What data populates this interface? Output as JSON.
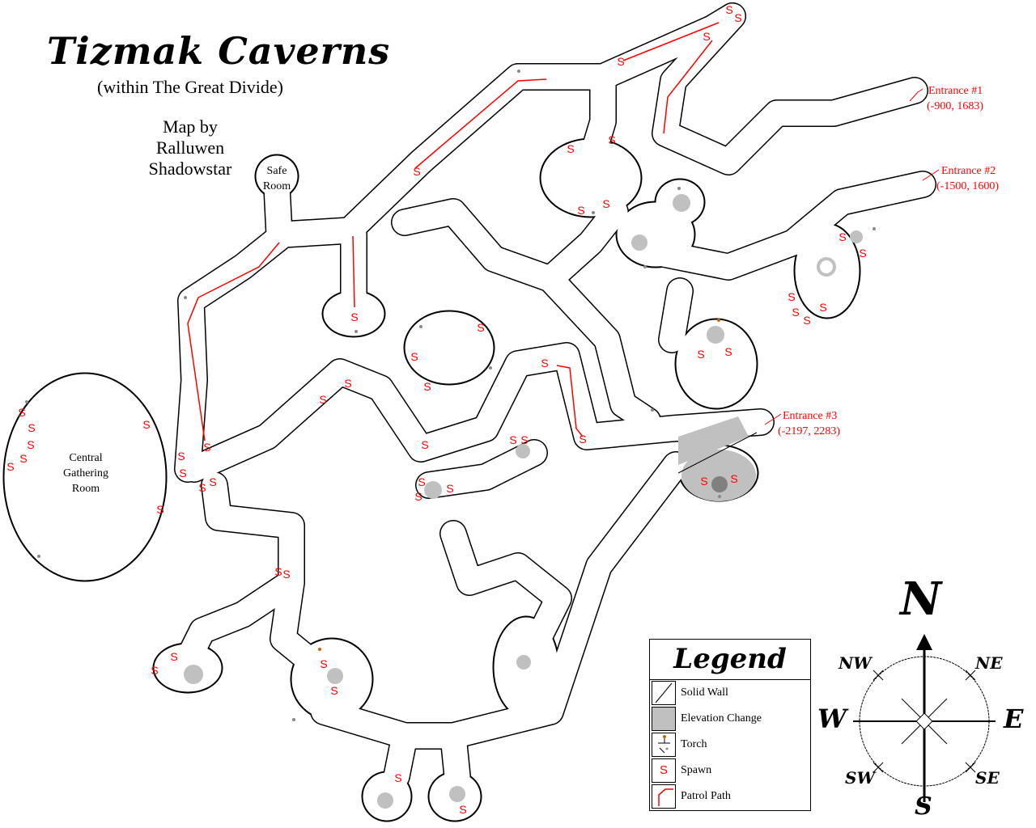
{
  "title": "Tizmak Caverns",
  "subtitle": "(within The Great Divide)",
  "credit": [
    "Map by",
    "Ralluwen",
    "Shadowstar"
  ],
  "rooms": {
    "safe_room": [
      "Safe",
      "Room"
    ],
    "central": [
      "Central",
      "Gathering",
      "Room"
    ]
  },
  "entrances": [
    {
      "name": "Entrance #1",
      "coords": "(-900, 1683)"
    },
    {
      "name": "Entrance #2",
      "coords": "(-1500, 1600)"
    },
    {
      "name": "Entrance #3",
      "coords": "(-2197, 2283)"
    }
  ],
  "spawn_symbol": "S",
  "legend": {
    "title": "Legend",
    "items": [
      "Solid Wall",
      "Elevation Change",
      "Torch",
      "Spawn",
      "Patrol Path"
    ]
  },
  "compass": {
    "n": "N",
    "ne": "NE",
    "e": "E",
    "se": "SE",
    "s": "S",
    "sw": "SW",
    "w": "W",
    "nw": "NW"
  },
  "colors": {
    "wall": "#000000",
    "spawn": "#ff0000",
    "patrol": "#ff0000",
    "elevation": "#c0c0c0",
    "torch": "#cc6600"
  }
}
